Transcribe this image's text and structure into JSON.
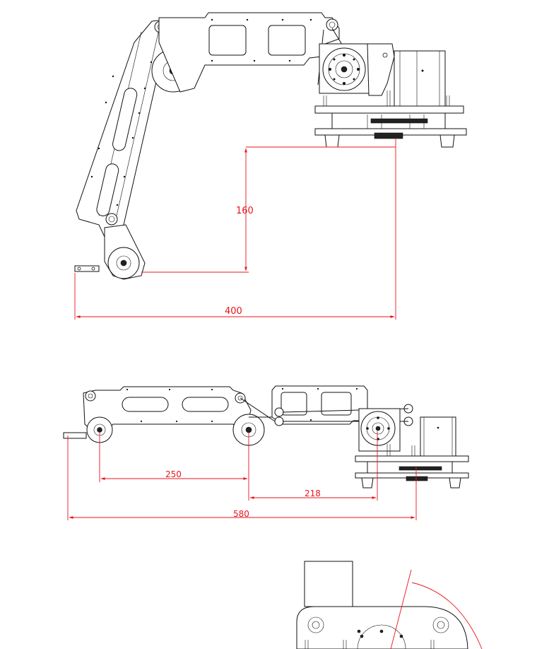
{
  "dimensions": {
    "view1_height": "160",
    "view1_reach": "400",
    "view2_upper_arm": "250",
    "view2_forearm": "218",
    "view2_reach": "580"
  },
  "colors": {
    "dimension": "#e8141c",
    "line": "#111111",
    "background": "#ffffff"
  }
}
